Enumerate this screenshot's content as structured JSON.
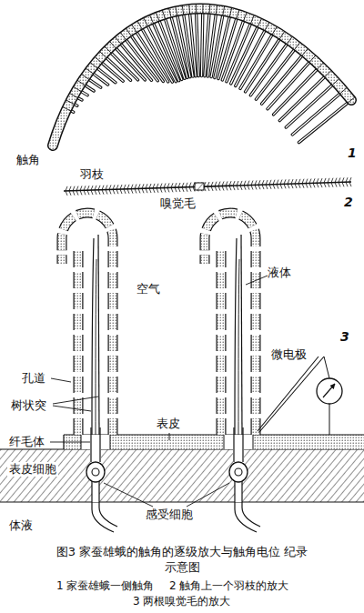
{
  "diagram": {
    "caption": "图3 家蚕雄蛾的触角的逐级放大与触角电位 纪录示意图",
    "labels": [
      "触角",
      "1",
      "羽枝",
      "嗅觉毛",
      "2",
      "空气",
      "液体",
      "3",
      "微电极",
      "孔道",
      "树状突",
      "纤毛体",
      "表皮",
      "表皮细胞",
      "感受细胞",
      "体液",
      "1 家蚕雄蛾一侧触角",
      "2 触角上一个羽枝的放大",
      "3 两根嗅觉毛的放大"
    ]
  }
}
